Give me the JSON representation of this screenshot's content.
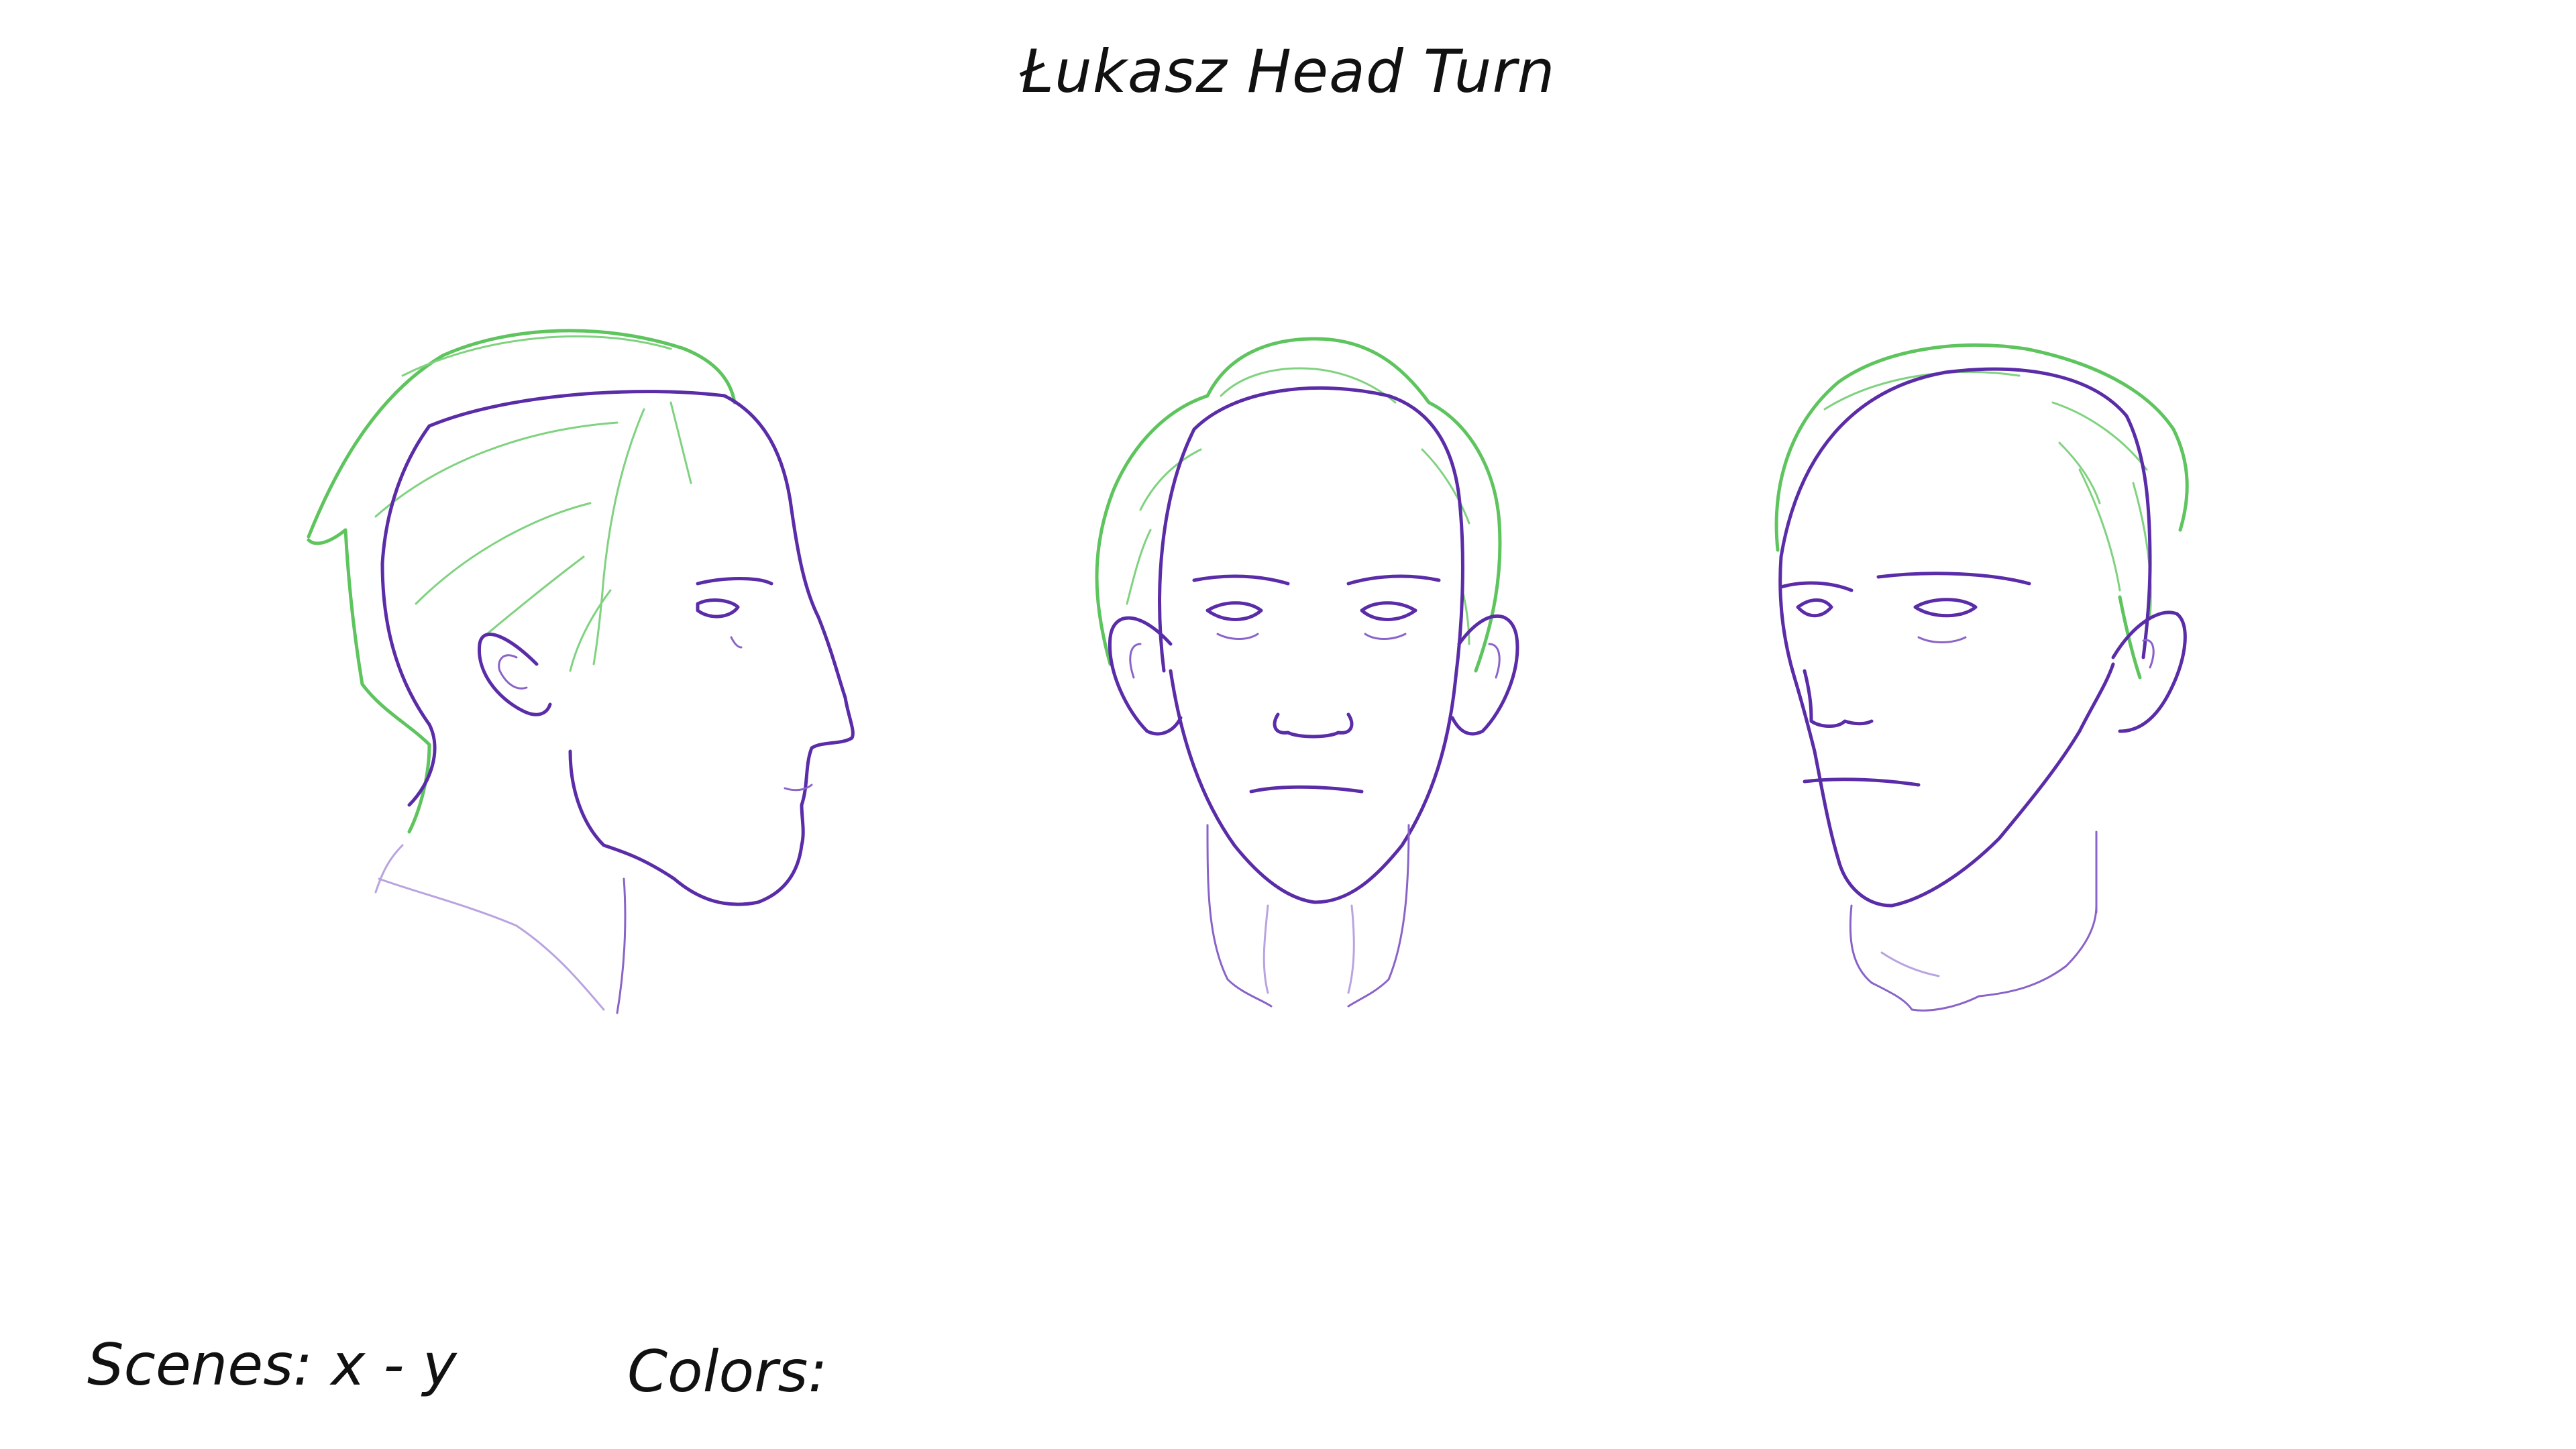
{
  "sheet": {
    "title": "Łukasz Head Turn",
    "scenes_label": "Scenes: x - y",
    "colors_label": "Colors:"
  },
  "drawing": {
    "views": [
      "profile",
      "front",
      "three-quarter"
    ],
    "line_colors": {
      "hair": "#5ec45e",
      "skin": "#5a2ca8"
    }
  }
}
